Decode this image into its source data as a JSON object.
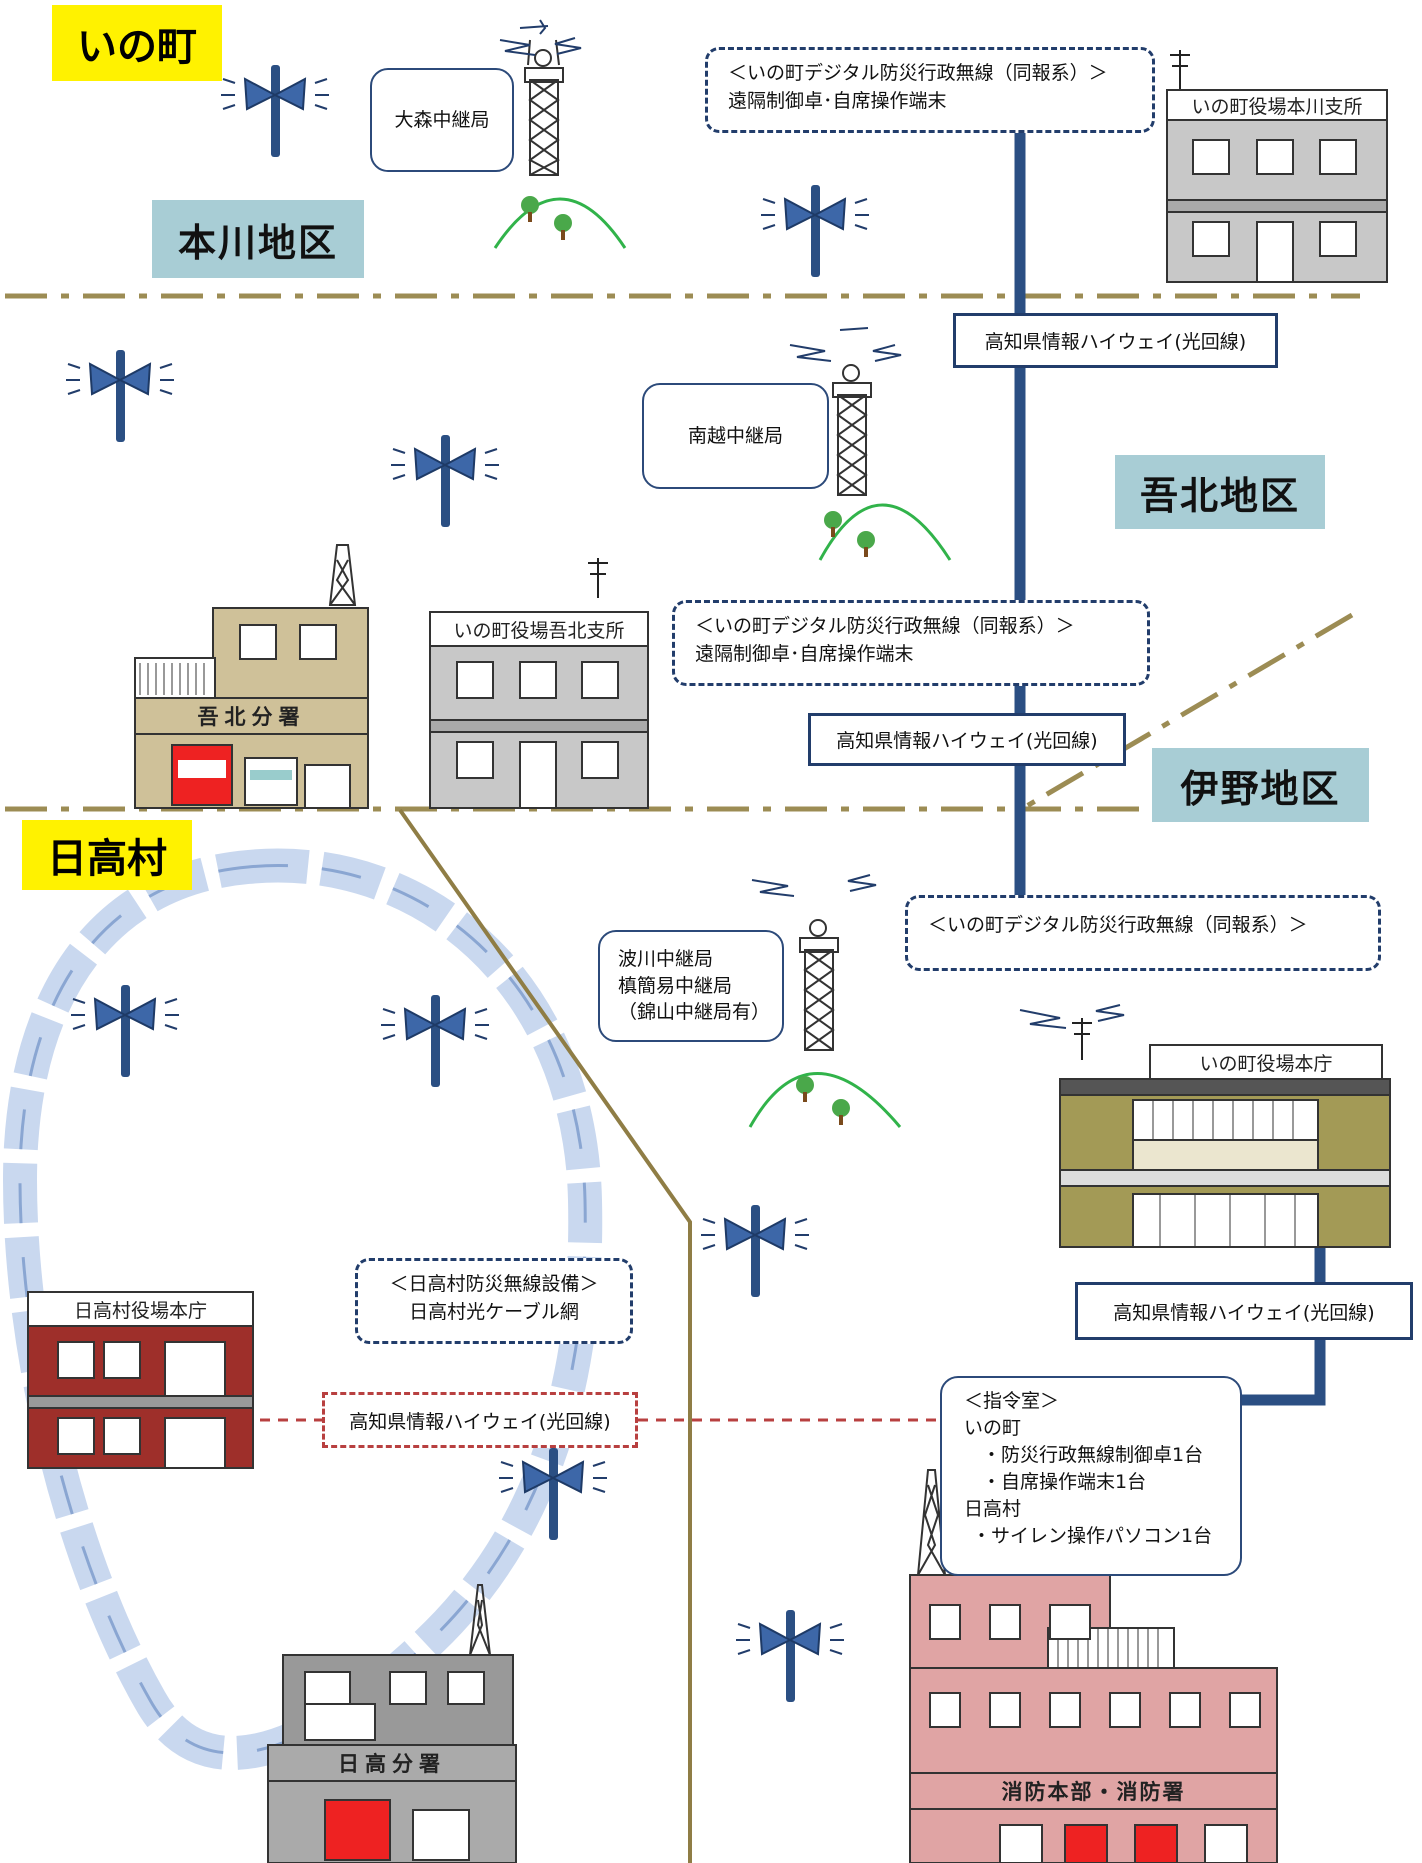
{
  "regions": {
    "ino_town": "いの町",
    "hidaka_village": "日高村"
  },
  "districts": {
    "hongawa": "本川地区",
    "gohoku": "吾北地区",
    "ino": "伊野地区"
  },
  "relay_stations": {
    "omori": "大森中継局",
    "nanetsu": "南越中継局",
    "hakawa_lines": [
      "波川中継局",
      "槙簡易中継局",
      "（錦山中継局有）"
    ]
  },
  "buildings": {
    "hongawa_branch": "いの町役場本川支所",
    "gohoku_branch": "いの町役場吾北支所",
    "gohoku_fire": "吾北分署",
    "ino_hq": "いの町役場本庁",
    "hidaka_office": "日高村役場本庁",
    "hidaka_fire": "日高分署",
    "fire_hq": "消防本部・消防署"
  },
  "radio_boxes": {
    "hongawa": [
      "＜いの町デジタル防災行政無線（同報系）＞",
      "遠隔制御卓･自席操作端末"
    ],
    "gohoku": [
      "＜いの町デジタル防災行政無線（同報系）＞",
      "遠隔制御卓･自席操作端末"
    ],
    "ino": [
      "＜いの町デジタル防災行政無線（同報系）＞"
    ],
    "hidaka": [
      "＜日高村防災無線設備＞",
      "日高村光ケーブル網"
    ]
  },
  "highway": {
    "label": "高知県情報ハイウェイ(光回線)"
  },
  "command_room": {
    "lines": [
      "＜指令室＞",
      "いの町",
      "・防災行政無線制御卓1台",
      "・自席操作端末1台",
      "日高村",
      "・サイレン操作パソコン1台"
    ]
  },
  "colors": {
    "trunk_line": "#2b4f83",
    "district_border": "#9c8c54",
    "village_border": "#8f7d45",
    "district_label_bg": "#a8cdd5",
    "region_label_bg": "#fff200",
    "hidaka_highway_dash": "#b84040",
    "hidaka_ring": "#9fb8dc"
  }
}
